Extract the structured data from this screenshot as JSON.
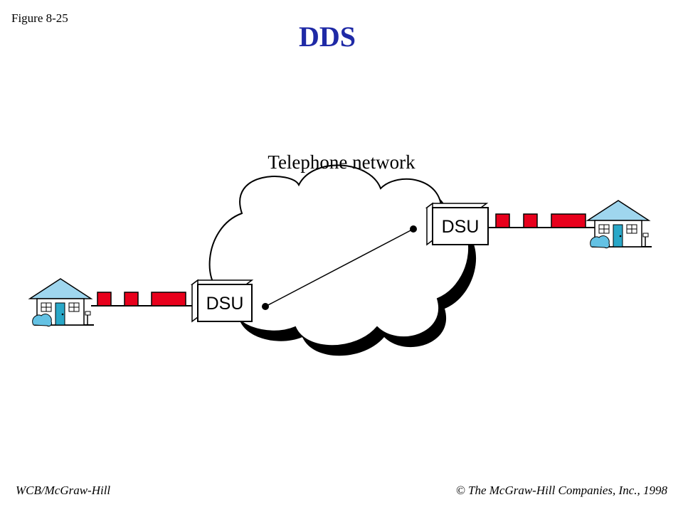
{
  "figure_label": "Figure 8-25",
  "title": "DDS",
  "network_label": "Telephone network",
  "dsu_left_label": "DSU",
  "dsu_right_label": "DSU",
  "footer": {
    "publisher": "WCB/McGraw-Hill",
    "copyright": "© The McGraw-Hill Companies, Inc., 1998"
  },
  "colors": {
    "title": "#1f2aa6",
    "signal": "#e8001c",
    "roof": "#9fd6ee",
    "door": "#2aa8c8",
    "shrub": "#64c2e4"
  },
  "icons": [
    "house-icon",
    "dsu-box-icon",
    "cloud-icon"
  ]
}
